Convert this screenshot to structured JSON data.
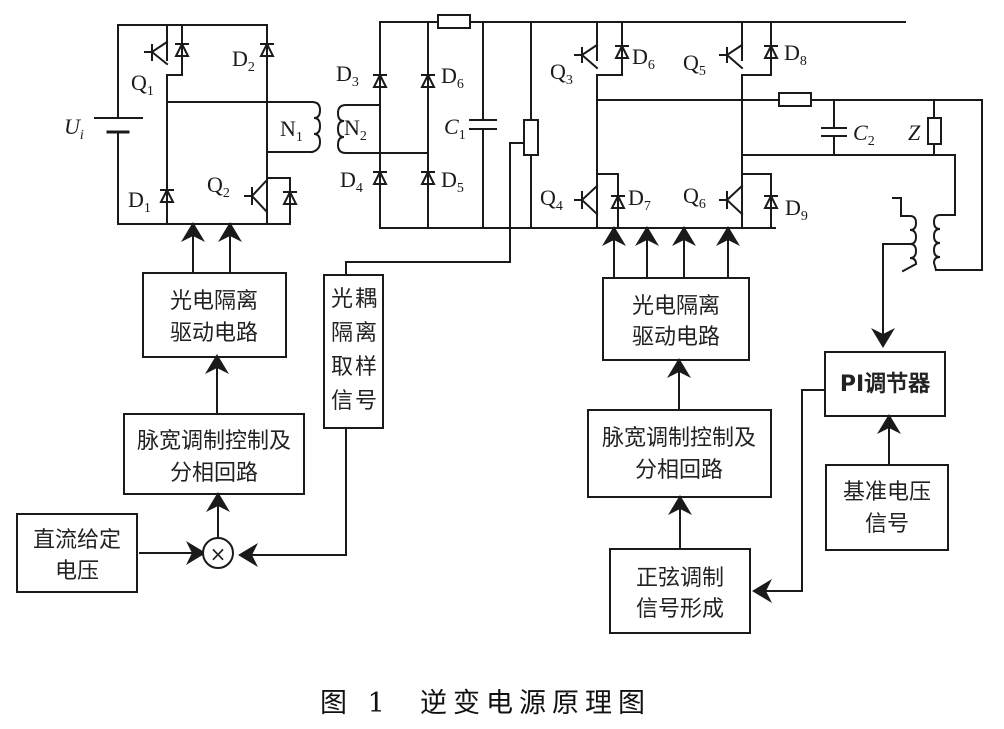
{
  "figure": {
    "caption_number": "图 1",
    "caption_title": "逆变电源原理图"
  },
  "components": {
    "source": "U",
    "source_sub": "i",
    "Q1": "Q",
    "Q1_sub": "1",
    "Q2": "Q",
    "Q2_sub": "2",
    "Q3": "Q",
    "Q3_sub": "3",
    "Q4": "Q",
    "Q4_sub": "4",
    "Q5": "Q",
    "Q5_sub": "5",
    "Q6": "Q",
    "Q6_sub": "6",
    "D1": "D",
    "D1_sub": "1",
    "D2": "D",
    "D2_sub": "2",
    "D3": "D",
    "D3_sub": "3",
    "D4": "D",
    "D4_sub": "4",
    "D5": "D",
    "D5_sub": "5",
    "D6a": "D",
    "D6a_sub": "6",
    "D6b": "D",
    "D6b_sub": "6",
    "D7": "D",
    "D7_sub": "7",
    "D8": "D",
    "D8_sub": "8",
    "D9": "D",
    "D9_sub": "9",
    "N1": "N",
    "N1_sub": "1",
    "N2": "N",
    "N2_sub": "2",
    "C1": "C",
    "C1_sub": "1",
    "C2": "C",
    "C2_sub": "2",
    "Z": "Z"
  },
  "blocks": {
    "left_driver": [
      "光电隔离",
      "驱动电路"
    ],
    "left_pwm": [
      "脉宽调制控制及",
      "分相回路"
    ],
    "dc_setpoint": [
      "直流给定",
      "电压"
    ],
    "optocoupler": [
      "光",
      "耦",
      "隔",
      "离",
      "取",
      "样",
      "信",
      "号"
    ],
    "right_driver": [
      "光电隔离",
      "驱动电路"
    ],
    "right_pwm": [
      "脉宽调制控制及",
      "分相回路"
    ],
    "sine_gen": [
      "正弦调制",
      "信号形成"
    ],
    "pi": "PI调节器",
    "reference": [
      "基准电压",
      "信号"
    ]
  },
  "symbols": {
    "multiplier": "×"
  }
}
